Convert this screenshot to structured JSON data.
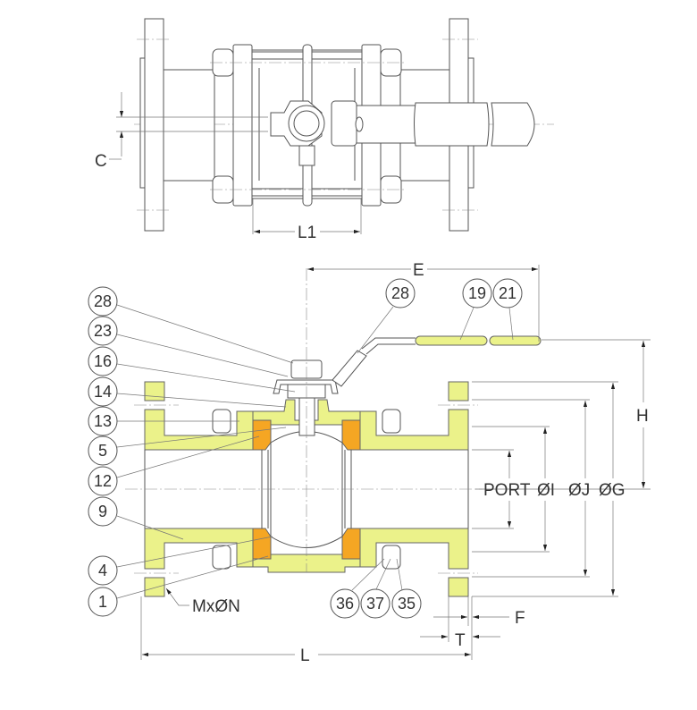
{
  "colors": {
    "body": "#ebf28a",
    "seat": "#f5a623",
    "line": "#555555"
  },
  "top_view": {
    "dim_c": "C",
    "dim_l1": "L1"
  },
  "front_view": {
    "dims": {
      "e": "E",
      "h": "H",
      "port": "PORT",
      "i": "ØI",
      "j": "ØJ",
      "g": "ØG",
      "f": "F",
      "t": "T",
      "l": "L",
      "bolt_holes": "MxØN"
    },
    "callouts_left": [
      "28",
      "23",
      "16",
      "14",
      "13",
      "5",
      "12",
      "9",
      "4",
      "1"
    ],
    "callouts_top": [
      "28",
      "19",
      "21"
    ],
    "callouts_bottom": [
      "36",
      "37",
      "35"
    ]
  }
}
